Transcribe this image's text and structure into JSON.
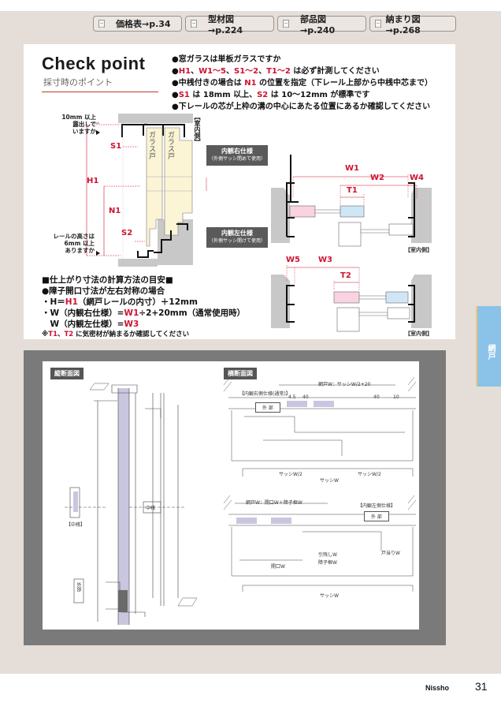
{
  "nav": {
    "buttons": [
      {
        "label": "価格表→p.34",
        "icon": "document-icon"
      },
      {
        "label": "型材図→p.224",
        "icon": "document-icon"
      },
      {
        "label": "部品図→p.240",
        "icon": "document-icon"
      },
      {
        "label": "納まり図→p.268",
        "icon": "document-icon"
      }
    ]
  },
  "checkpoint": {
    "title": "Check point",
    "subtitle": "採寸時のポイント",
    "items": [
      {
        "parts": [
          {
            "t": "●窓ガラスは単板ガラスですか",
            "red": false
          }
        ]
      },
      {
        "parts": [
          {
            "t": "●",
            "red": false
          },
          {
            "t": "H1",
            "red": true
          },
          {
            "t": "、",
            "red": false
          },
          {
            "t": "W1〜5",
            "red": true
          },
          {
            "t": "、",
            "red": false
          },
          {
            "t": "S1〜2",
            "red": true
          },
          {
            "t": "、",
            "red": false
          },
          {
            "t": "T1〜2",
            "red": true
          },
          {
            "t": " は必ず計測してください",
            "red": false
          }
        ]
      },
      {
        "parts": [
          {
            "t": "●中桟付きの場合は ",
            "red": false
          },
          {
            "t": "N1",
            "red": true
          },
          {
            "t": " の位置を指定（下レール上部から中桟中芯まで）",
            "red": false
          }
        ]
      },
      {
        "parts": [
          {
            "t": "●",
            "red": false
          },
          {
            "t": "S1",
            "red": true
          },
          {
            "t": " は 18mm 以上、",
            "red": false
          },
          {
            "t": "S2",
            "red": true
          },
          {
            "t": " は 10〜12mm が標準です",
            "red": false
          }
        ]
      },
      {
        "parts": [
          {
            "t": "●下レールの芯が上枠の溝の中心にあたる位置にあるか確認してください",
            "red": false
          }
        ]
      }
    ]
  },
  "section_diagram": {
    "top_note": "10mm 以上\n露出して\nいますか",
    "bottom_note": "レールの高さは\n6mm 以上\nありますか",
    "room_side": "【室内側】",
    "glass_door_1": "ガラス戸",
    "glass_door_2": "ガラス戸",
    "labels": {
      "S1": "S1",
      "H1": "H1",
      "N1": "N1",
      "S2": "S2"
    },
    "tick_mark": "〃"
  },
  "plan_right": {
    "tag_title": "内観右仕様",
    "tag_sub": "（外側サッシ閉めて使用）",
    "labels": {
      "W1": "W1",
      "W2": "W2",
      "W4": "W4",
      "T1": "T1"
    },
    "room_side": "【室内側】"
  },
  "plan_left": {
    "tag_title": "内観左仕様",
    "tag_sub": "（外側サッシ開けて使用）",
    "labels": {
      "W5": "W5",
      "W3": "W3",
      "T2": "T2"
    },
    "room_side": "【室内側】"
  },
  "calc": {
    "heading": "■仕上がり寸法の計算方法の目安■",
    "case": "●障子開口寸法が左右対称の場合",
    "lines": [
      {
        "parts": [
          {
            "t": "・H＝",
            "red": false
          },
          {
            "t": "H1",
            "red": true
          },
          {
            "t": "（網戸レールの内寸）＋12mm",
            "red": false
          }
        ]
      },
      {
        "parts": [
          {
            "t": "・W（内観右仕様）=",
            "red": false
          },
          {
            "t": "W1",
            "red": true
          },
          {
            "t": "÷2+20mm（通常使用時）",
            "red": false
          }
        ]
      },
      {
        "parts": [
          {
            "t": "　W（内観左仕様）=",
            "red": false
          },
          {
            "t": "W3",
            "red": true
          }
        ]
      }
    ],
    "note": [
      {
        "t": "※",
        "red": false
      },
      {
        "t": "T1",
        "red": true
      },
      {
        "t": "、",
        "red": false
      },
      {
        "t": "T2",
        "red": true
      },
      {
        "t": " に気密材が納まるか確認してください",
        "red": false
      }
    ]
  },
  "side_tab": {
    "label": "網戸"
  },
  "drawings": {
    "vertical_tag": "縦断面図",
    "horizontal_tag": "横断面図",
    "right_spec": "【内観右側仕様(通常)】",
    "left_spec": "【内観左側仕様】",
    "outside": "外 部",
    "middle_rail": "中桟",
    "middle_rail_bracket": "【中桟】",
    "outside_v": "外部",
    "dims": {
      "sash_half_l": "サッシW/2",
      "sash_half_r": "サッシW/2",
      "sash_w": "サッシW",
      "screen_w_right": "網戸W：サッシW/2+20",
      "screen_w_left": "網戸W：開口W＋障子框W",
      "opening_w": "開口W",
      "pull_w": "引残しW",
      "frame_w": "障子框W",
      "door_w": "戸当りW",
      "d40a": "40",
      "d40b": "40",
      "d45": "4.5",
      "d10": "10"
    }
  },
  "footer": {
    "brand": "Nissho",
    "page": "31"
  },
  "colors": {
    "accent_red": "#d0122f",
    "tab_blue": "#8bc3e8",
    "glass_fill": "#fbf4d5",
    "frame_gray": "#7a7a7a",
    "page_beige": "#e5ded8"
  }
}
